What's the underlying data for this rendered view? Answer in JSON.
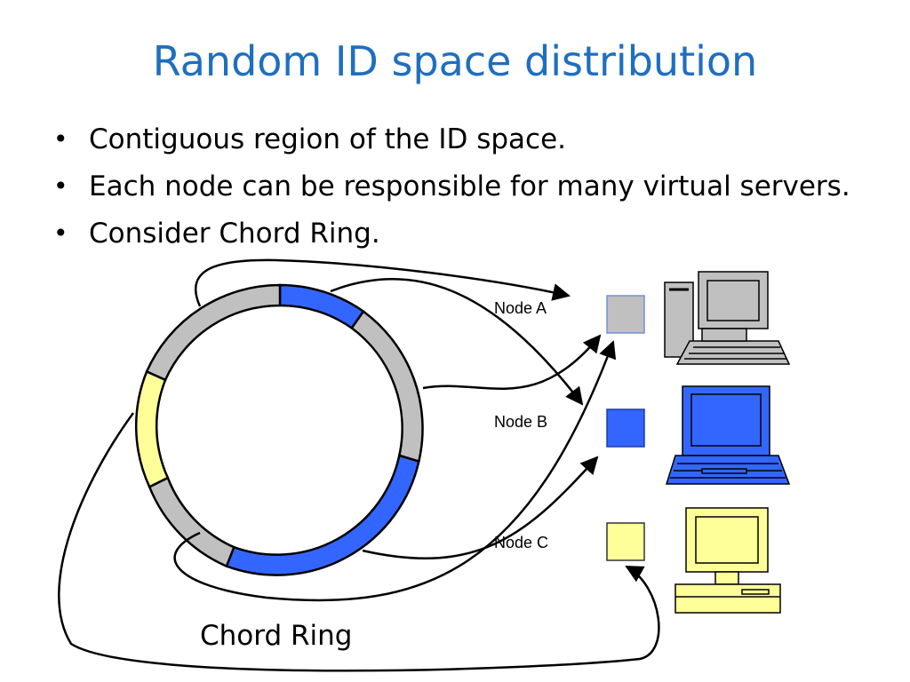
{
  "title": "Random ID space distribution",
  "bullets": [
    "Contiguous region of the ID space.",
    "Each node can be responsible for many virtual servers.",
    "Consider Chord Ring."
  ],
  "diagram": {
    "ring_label": "Chord Ring",
    "nodes": [
      {
        "label": "Node A",
        "color": "#c0c0c0",
        "computer_icon": "desktop-tower-computer-icon"
      },
      {
        "label": "Node B",
        "color": "#3366ff",
        "computer_icon": "laptop-computer-icon"
      },
      {
        "label": "Node C",
        "color": "#ffff99",
        "computer_icon": "desktop-computer-icon"
      }
    ],
    "colors": {
      "gray": "#c0c0c0",
      "blue": "#3366ff",
      "yellow": "#ffff99",
      "title": "#1f6fbf"
    }
  }
}
